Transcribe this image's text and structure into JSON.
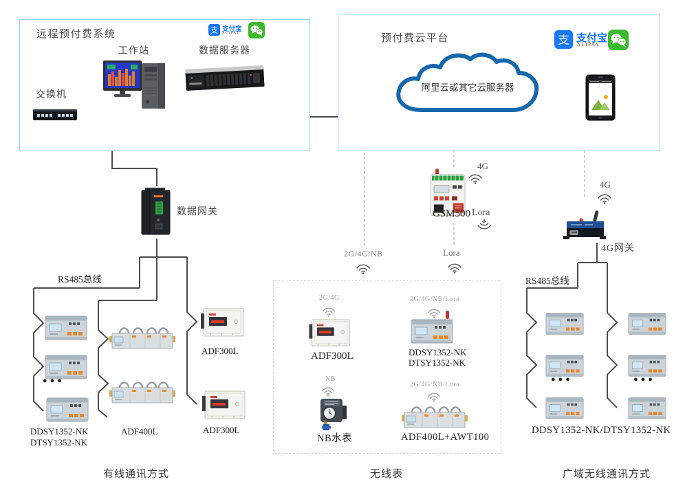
{
  "local_box": {
    "title": "远程预付费系统",
    "switch_label": "交换机",
    "workstation_label": "工作站",
    "server_label": "数据服务器"
  },
  "cloud_box": {
    "title": "预付费云平台",
    "cloud_text": "阿里云或其它云服务器"
  },
  "payment": {
    "alipay_glyph": "支",
    "alipay_name": "支付宝",
    "alipay_sub": "ALIPAY"
  },
  "mid": {
    "data_gateway_label": "数据网关",
    "gsm_model": "GSM500",
    "gsm_4g": "4G",
    "gsm_lora": "Lora",
    "link_2g4gnb": "2G/4G/NB",
    "link_lora": "Lora",
    "wan_4g": "4G",
    "wan_gateway_label": "4G网关"
  },
  "wired": {
    "rs485": "RS485总线",
    "meters_line1": "DDSY1352-NK",
    "meters_line2": "DTSY1352-NK",
    "adf400l_label": "ADF400L",
    "adf300l_top_label": "ADF300L",
    "adf300l_bottom_label": "ADF300L",
    "dots": "●●●",
    "footer": "有线通讯方式"
  },
  "wireless": {
    "adf300l": {
      "radio": "2G/4G",
      "label": "ADF300L"
    },
    "ddsy": {
      "radio": "2G/4G/NB/Lora",
      "line1": "DDSY1352-NK",
      "line2": "DTSY1352-NK"
    },
    "water": {
      "radio": "NB",
      "label": "NB水表"
    },
    "adf400l": {
      "radio": "2G/4G/NB/Lora",
      "label": "ADF400L+AWT100"
    },
    "footer": "无线表"
  },
  "wan": {
    "rs485": "RS485总线",
    "meters_label": "DDSY1352-NK/DTSY1352-NK",
    "dots_left": "●●●",
    "dots_right": "●●●",
    "footer": "广域无线通讯方式"
  },
  "colors": {
    "box_border": "#8ed2ea",
    "line": "#4d4d4d",
    "dashed_line": "#c0c0c0",
    "alipay_blue": "#1677ff",
    "wechat_green": "#3bba2e",
    "cloud_blue": "#1668ac",
    "meter_orange": "#e6872f"
  }
}
